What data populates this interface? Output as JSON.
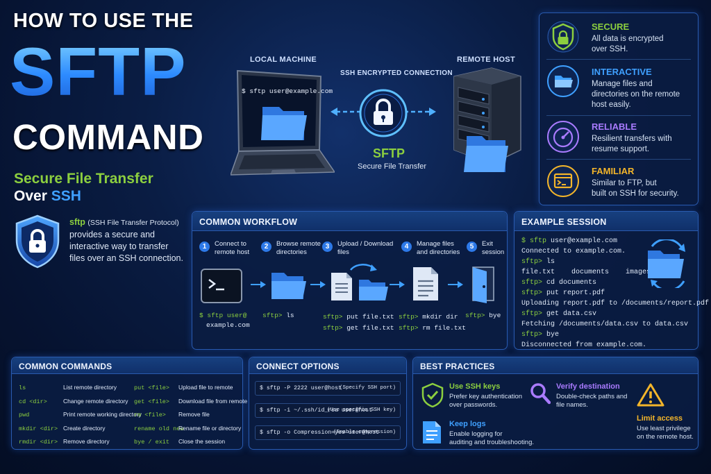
{
  "title": {
    "line1": "HOW TO USE THE",
    "line2": "SFTP",
    "line3": "COMMAND"
  },
  "subtitle": {
    "line1": "Secure File Transfer",
    "over": "Over",
    "ssh": "SSH"
  },
  "intro": {
    "term": "sftp",
    "paren": "(SSH File Transfer Protocol)",
    "text1": "provides a secure and",
    "text2": "interactive way to transfer",
    "text3": "files over an SSH connection."
  },
  "diagram": {
    "local_label": "LOCAL MACHINE",
    "remote_label": "REMOTE HOST",
    "connection_label": "SSH ENCRYPTED CONNECTION",
    "terminal_cmd": "$ sftp user@example.com",
    "sftp_label": "SFTP",
    "sftp_sub": "Secure File Transfer"
  },
  "features": [
    {
      "title": "SECURE",
      "desc1": "All data is encrypted",
      "desc2": "over SSH.",
      "desc3": "",
      "color": "#8ccf3f"
    },
    {
      "title": "INTERACTIVE",
      "desc1": "Manage files and",
      "desc2": "directories on the remote",
      "desc3": "host easily.",
      "color": "#3fa0ff"
    },
    {
      "title": "RELIABLE",
      "desc1": "Resilient transfers with",
      "desc2": "resume support.",
      "desc3": "",
      "color": "#a97bff"
    },
    {
      "title": "FAMILIAR",
      "desc1": "Similar to FTP, but",
      "desc2": "built on SSH for security.",
      "desc3": "",
      "color": "#f3b52a"
    }
  ],
  "workflow": {
    "title": "COMMON WORKFLOW",
    "steps": [
      {
        "num": "1",
        "l1": "Connect to",
        "l2": "remote host",
        "c1p": "$ sftp user@",
        "c1": "",
        "c2p": "",
        "c2": "example.com"
      },
      {
        "num": "2",
        "l1": "Browse remote",
        "l2": "directories",
        "c1p": "sftp>",
        "c1": " ls",
        "c2p": "",
        "c2": ""
      },
      {
        "num": "3",
        "l1": "Upload / Download",
        "l2": "files",
        "c1p": "sftp>",
        "c1": " put file.txt",
        "c2p": "sftp>",
        "c2": " get file.txt"
      },
      {
        "num": "4",
        "l1": "Manage files",
        "l2": "and directories",
        "c1p": "sftp>",
        "c1": " mkdir dir",
        "c2p": "sftp>",
        "c2": " rm file.txt"
      },
      {
        "num": "5",
        "l1": "Exit",
        "l2": "session",
        "c1p": "sftp>",
        "c1": " bye",
        "c2p": "",
        "c2": ""
      }
    ]
  },
  "session": {
    "title": "EXAMPLE SESSION",
    "lines": [
      {
        "p": "$ sftp",
        "t": " user@example.com"
      },
      {
        "p": "",
        "t": "Connected to example.com."
      },
      {
        "p": "sftp>",
        "t": " ls"
      },
      {
        "p": "",
        "t": "file.txt    documents    images"
      },
      {
        "p": "sftp>",
        "t": " cd documents"
      },
      {
        "p": "sftp>",
        "t": " put report.pdf"
      },
      {
        "p": "",
        "t": "Uploading report.pdf to /documents/report.pdf"
      },
      {
        "p": "sftp>",
        "t": " get data.csv"
      },
      {
        "p": "",
        "t": "Fetching /documents/data.csv to data.csv"
      },
      {
        "p": "sftp>",
        "t": " bye"
      },
      {
        "p": "",
        "t": "Disconnected from example.com."
      }
    ]
  },
  "commands": {
    "title": "COMMON COMMANDS",
    "left": [
      {
        "cmd": "ls",
        "desc": "List remote directory"
      },
      {
        "cmd": "cd <dir>",
        "desc": "Change remote directory"
      },
      {
        "cmd": "pwd",
        "desc": "Print remote working directory"
      },
      {
        "cmd": "mkdir <dir>",
        "desc": "Create directory"
      },
      {
        "cmd": "rmdir <dir>",
        "desc": "Remove directory"
      }
    ],
    "right": [
      {
        "cmd": "put <file>",
        "desc": "Upload file to remote"
      },
      {
        "cmd": "get <file>",
        "desc": "Download file from remote"
      },
      {
        "cmd": "rm <file>",
        "desc": "Remove file"
      },
      {
        "cmd": "rename old new",
        "desc": "Rename file or directory"
      },
      {
        "cmd": "bye / exit",
        "desc": "Close the session"
      }
    ]
  },
  "options": {
    "title": "CONNECT OPTIONS",
    "items": [
      {
        "cmd": "$ sftp -P 2222 user@host",
        "note": "(Specify SSH port)"
      },
      {
        "cmd": "$ sftp -i ~/.ssh/id_rsa user@host",
        "note": "(Use specific SSH key)"
      },
      {
        "cmd": "$ sftp -o Compression=yes user@host",
        "note": "(Enable compression)"
      }
    ]
  },
  "best": {
    "title": "BEST PRACTICES",
    "items": [
      {
        "title": "Use SSH keys",
        "d1": "Prefer key authentication",
        "d2": "over passwords.",
        "color": "#8ccf3f"
      },
      {
        "title": "Verify destination",
        "d1": "Double-check paths and",
        "d2": "file names.",
        "color": "#a97bff"
      },
      {
        "title": "Keep logs",
        "d1": "Enable logging for",
        "d2": "auditing and troubleshooting.",
        "color": "#3fa0ff"
      },
      {
        "title": "Limit access",
        "d1": "Use least privilege",
        "d2": "on the remote host.",
        "color": "#f3b52a"
      }
    ]
  }
}
